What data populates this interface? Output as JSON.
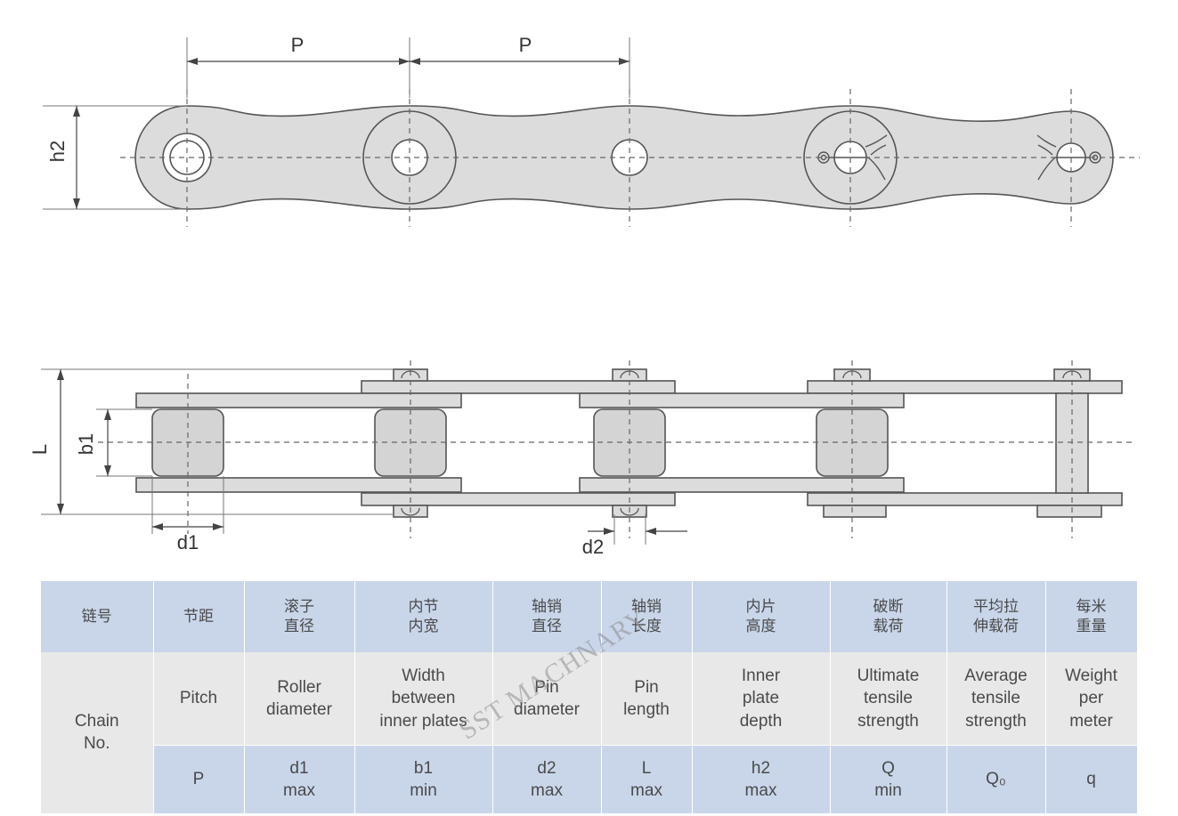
{
  "top_view": {
    "pitch_label_1": "P",
    "pitch_label_2": "P",
    "height_label": "h2"
  },
  "side_view": {
    "length_label": "L",
    "inner_width_label": "b1",
    "roller_dia_label": "d1",
    "pin_dia_label": "d2"
  },
  "table": {
    "chinese_headers": [
      "链号",
      "节距",
      "滚子\n直径",
      "内节\n内宽",
      "轴销\n直径",
      "轴销\n长度",
      "内片\n高度",
      "破断\n载荷",
      "平均拉\n伸载荷",
      "每米\n重量"
    ],
    "chain_no": "Chain\nNo.",
    "english_headers": [
      "Pitch",
      "Roller\ndiameter",
      "Width\nbetween\ninner plates",
      "Pin\ndiameter",
      "Pin\nlength",
      "Inner\nplate\ndepth",
      "Ultimate\ntensile\nstrength",
      "Average\ntensile\nstrength",
      "Weight\nper\nmeter"
    ],
    "symbols": [
      "P",
      "d1\nmax",
      "b1\nmin",
      "d2\nmax",
      "L\nmax",
      "h2\nmax",
      "Q\nmin",
      "Q₀",
      "q"
    ]
  },
  "watermark": "SST MACHNARY"
}
